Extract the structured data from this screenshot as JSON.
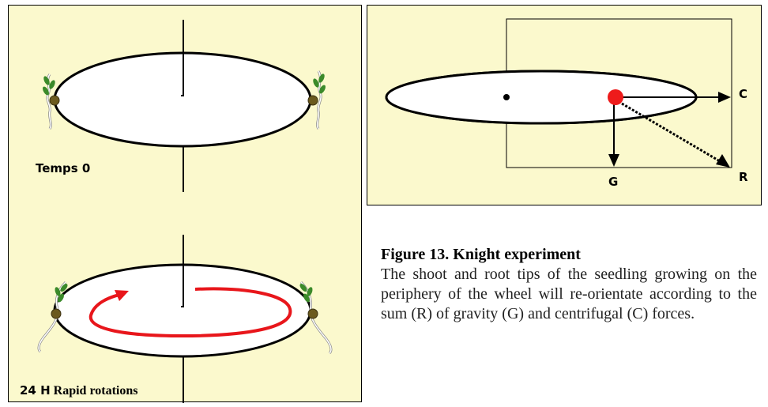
{
  "left_panel": {
    "label_time0": "Temps 0",
    "label_24h_prefix": "24 H",
    "label_24h_suffix": "Rapid rotations"
  },
  "right_panel": {
    "force_labels": {
      "centrifugal": "C",
      "resultant": "R",
      "gravity": "G"
    }
  },
  "caption": {
    "title": "Figure 13. Knight experiment",
    "body": "The shoot and root tips of the seedling growing on the periphery of the wheel will re-orientate according to the sum (R) of gravity (G) and centrifugal (C) forces."
  },
  "colors": {
    "panel_bg": "#fbf9cd",
    "rotation_arrow": "#e8161b",
    "seed": "#6b5a1e",
    "leaf": "#3b8a2a",
    "red_dot": "#ee1b1b"
  }
}
